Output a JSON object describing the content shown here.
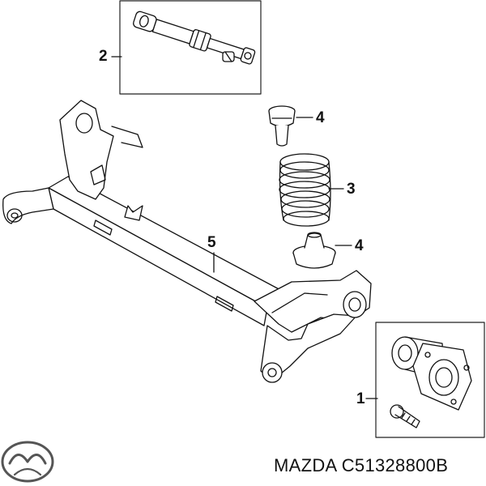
{
  "callouts": {
    "shock_absorber": "2",
    "upper_seat": "4",
    "coil_spring": "3",
    "lower_seat": "4",
    "axle_beam": "5",
    "wheel_hub": "1"
  },
  "caption": {
    "brand": "MAZDA",
    "part_number": "C51328800B"
  },
  "icons": {
    "logo": "mazda-logo-icon"
  },
  "colors": {
    "line": "#111111",
    "background": "#ffffff"
  }
}
